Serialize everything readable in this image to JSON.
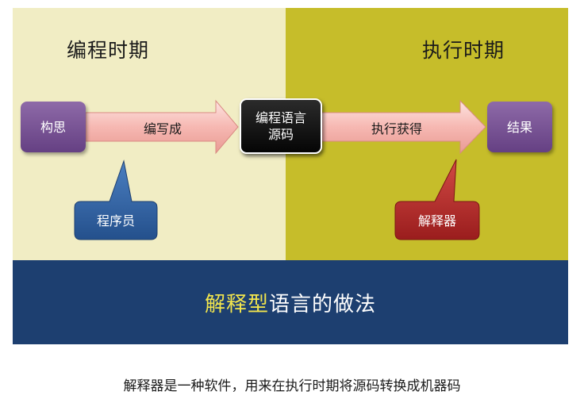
{
  "phases": {
    "programming": "编程时期",
    "execution": "执行时期"
  },
  "nodes": {
    "idea": "构思",
    "source_line1": "编程语言",
    "source_line2": "源码",
    "result": "结果"
  },
  "arrows": {
    "write": "编写成",
    "execute": "执行获得"
  },
  "callouts": {
    "programmer": "程序员",
    "interpreter": "解释器"
  },
  "banner": {
    "highlight": "解释型",
    "rest": "语言的做法"
  },
  "caption": "解释器是一种软件，用来在执行时期将源码转换成机器码",
  "colors": {
    "left_panel": "#f1edc4",
    "right_panel": "#c6bd2a",
    "banner": "#1d3f70",
    "highlight_text": "#f3e64d",
    "node_purple": "#7a559a",
    "arrow_pink": "#f6b8b2",
    "callout_blue": "#2f5f9f",
    "callout_red": "#b72b2b"
  }
}
